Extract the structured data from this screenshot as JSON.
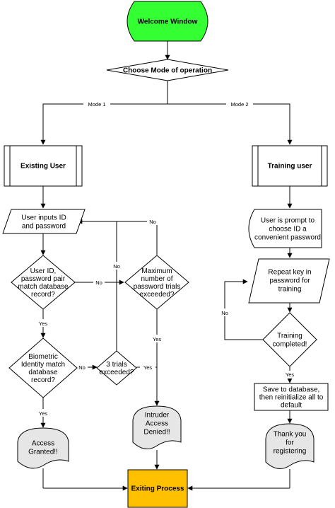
{
  "diagram": {
    "colors": {
      "start_fill": "#33ff33",
      "end_fill": "#ffc000",
      "node_fill": "#ffffff",
      "terminal_fill": "#e6e6e6",
      "line": "#000000"
    },
    "nodes": {
      "welcome": [
        "Welcome Window"
      ],
      "choose_mode": [
        "Choose Mode of operation"
      ],
      "existing_user": [
        "Existing User"
      ],
      "training_user": [
        "Training user"
      ],
      "user_inputs": [
        "User inputs ID",
        "and password"
      ],
      "id_match": [
        "User ID,",
        "password pair",
        "match database",
        "record?"
      ],
      "max_trials": [
        "Maximum",
        "number of",
        "password trials",
        "exceeded?"
      ],
      "biometric": [
        "Biometric",
        "Identity match",
        "database",
        "record?"
      ],
      "three_trials": [
        "3 trials",
        "exceeded?"
      ],
      "access_granted": [
        "Access",
        "Granted!!"
      ],
      "intruder": [
        "Intruder",
        "Access",
        "Denied!!"
      ],
      "prompt_id": [
        "User is prompt to",
        "choose ID a",
        "convenient password"
      ],
      "repeat_key": [
        "Repeat key in",
        "password for",
        "training"
      ],
      "training_completed": [
        "Training",
        "completed!"
      ],
      "save_db": [
        "Save to database,",
        "then reinitialize all to",
        "default"
      ],
      "thank_you": [
        "Thank you",
        "for",
        "registering"
      ],
      "exiting": [
        "Exiting Process"
      ]
    },
    "edge_labels": {
      "mode1": "Mode 1",
      "mode2": "Mode 2",
      "id_no": "No",
      "id_yes": "Yes",
      "bio_no": "No",
      "three_yes": "Yes",
      "three_no": "No",
      "max_no": "No",
      "max_yes": "Yes",
      "bio_yes": "Yes",
      "train_no": "No",
      "train_yes": "Yes"
    }
  }
}
